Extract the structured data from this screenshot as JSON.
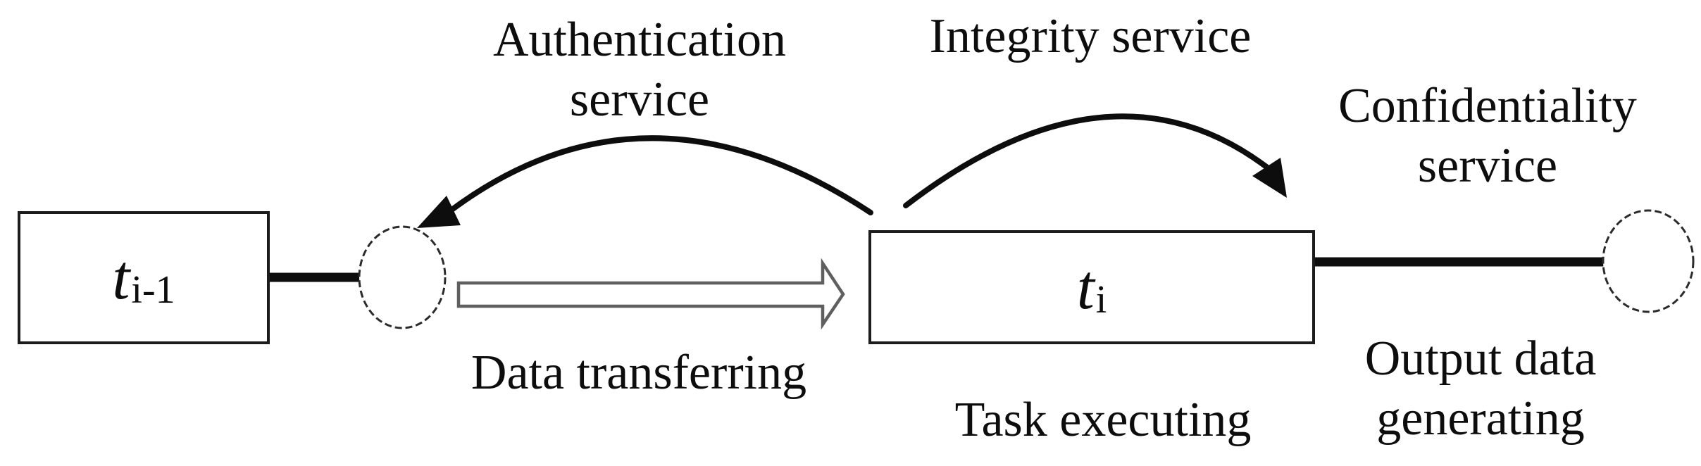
{
  "figure": {
    "services": {
      "authentication": {
        "line1": "Authentication",
        "line2": "service"
      },
      "integrity": {
        "line1": "Integrity service"
      },
      "confidentiality": {
        "line1": "Confidentiality",
        "line2": "service"
      }
    },
    "processes": {
      "data_transferring": "Data transferring",
      "task_executing": "Task executing",
      "output_generating": {
        "line1": "Output data",
        "line2": "generating"
      }
    },
    "tasks": {
      "previous": {
        "symbol": "t",
        "subscript": "i-1"
      },
      "current": {
        "symbol": "t",
        "subscript": "i"
      }
    },
    "colors": {
      "ink": "#0d0d0d",
      "box_stroke": "#1c1c1c",
      "hollow_arrow_outline": "#5f5f5f",
      "background": "#ffffff"
    }
  }
}
